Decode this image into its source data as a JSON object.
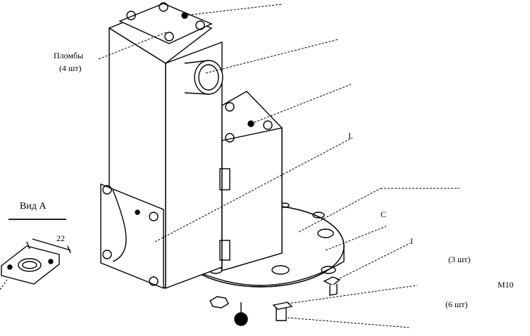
{
  "labels": {
    "seals": "Пломбы",
    "seals_count": "(4 шт)",
    "view_a": "Вид А",
    "dimension": "22",
    "qty_3": "(3 шт)",
    "qty_6": "(6 шт)",
    "fragment_c": "С",
    "fragment_m10": "М10",
    "fragment_i": "I",
    "fragment_i2": "I"
  },
  "colors": {
    "line": "#000000",
    "background": "#ffffff"
  }
}
